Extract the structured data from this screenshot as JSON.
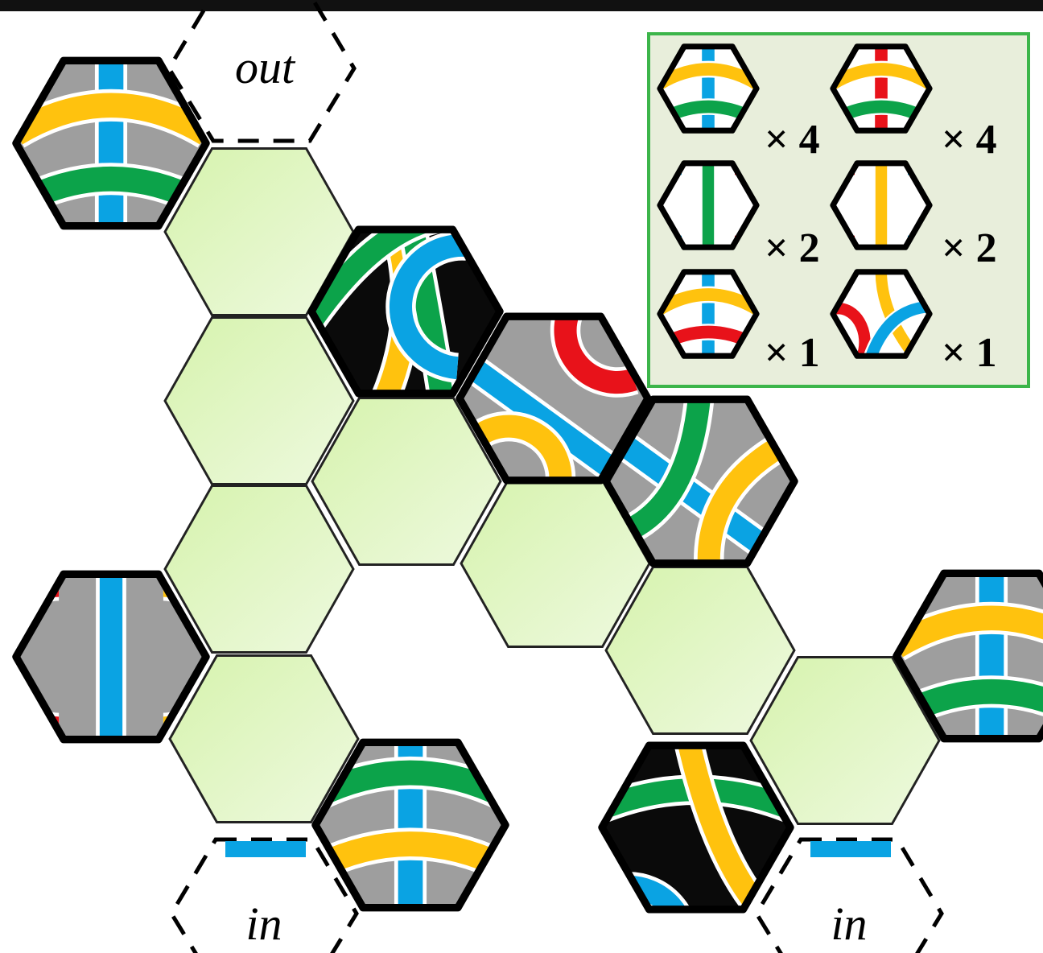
{
  "labels": {
    "out": "out",
    "in_left": "in",
    "in_right": "in"
  },
  "legend": {
    "counts": [
      "× 4",
      "× 4",
      "× 2",
      "× 2",
      "× 1",
      "× 1"
    ]
  },
  "colors": {
    "background": "#ffffff",
    "top_bar": "#111111",
    "empty_slot": "#dcf5b8",
    "tile_gray": "#9e9e9e",
    "tile_black": "#0a0a0a",
    "tile_white": "#ffffff",
    "path_blue": "#0aa3e3",
    "path_yellow": "#ffc20e",
    "path_green": "#0ca34a",
    "path_red": "#e8121a",
    "legend_bg": "#e8eedb",
    "legend_border": "#3cb54a"
  }
}
